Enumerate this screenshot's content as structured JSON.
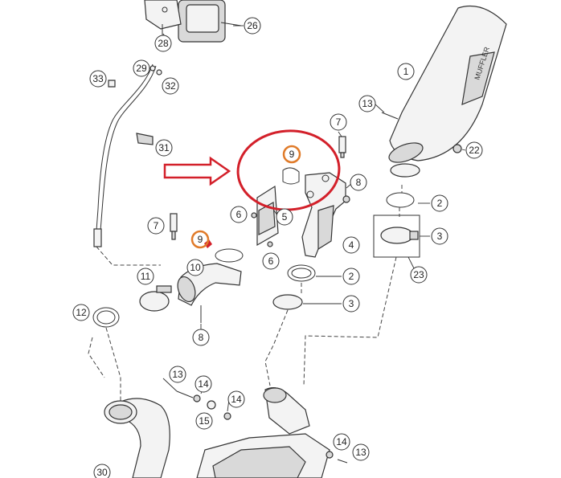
{
  "callouts": {
    "c1": "1",
    "c2a": "2",
    "c2b": "2",
    "c3a": "3",
    "c3b": "3",
    "c4": "4",
    "c5": "5",
    "c6a": "6",
    "c6b": "6",
    "c7a": "7",
    "c7b": "7",
    "c8a": "8",
    "c8b": "8",
    "c9a": "9",
    "c9b": "9",
    "c10": "10",
    "c11": "11",
    "c12": "12",
    "c13a": "13",
    "c13b": "13",
    "c13c": "13",
    "c14a": "14",
    "c14b": "14",
    "c14c": "14",
    "c15": "15",
    "c22": "22",
    "c23": "23",
    "c26": "26",
    "c28": "28",
    "c29": "29",
    "c30": "30",
    "c31": "31",
    "c32": "32",
    "c33": "33"
  },
  "colors": {
    "annotation_red": "#d3202a",
    "highlight_orange": "#e07b2a"
  }
}
